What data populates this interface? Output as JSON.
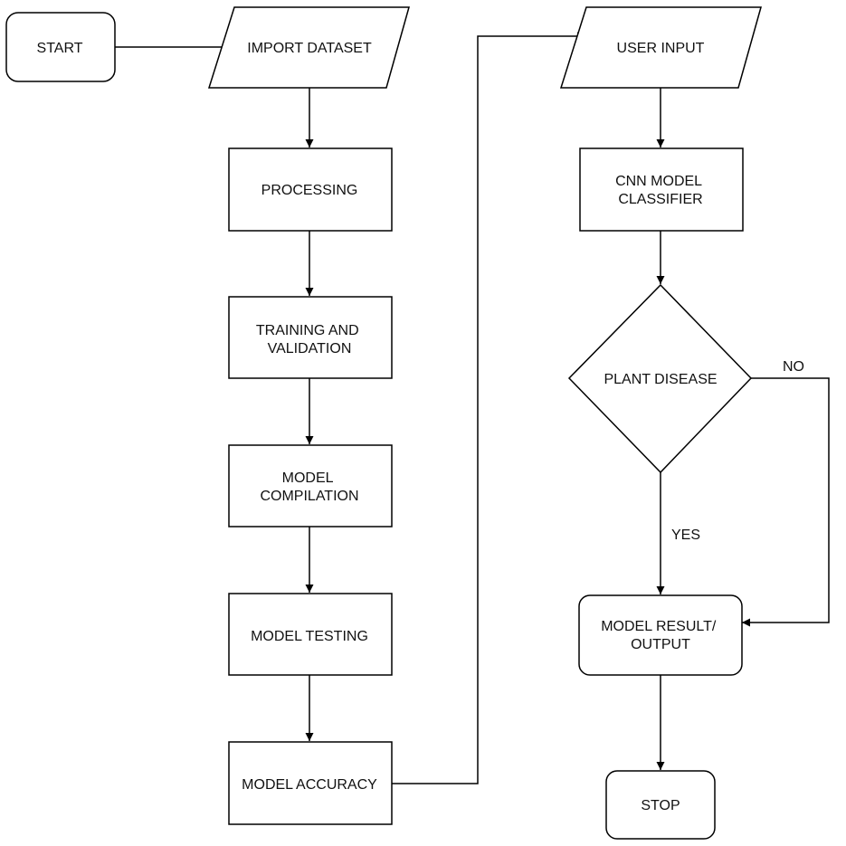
{
  "diagram": {
    "nodes": {
      "start": {
        "shape": "rounded-rect",
        "lines": [
          "START"
        ]
      },
      "import_dataset": {
        "shape": "parallelogram",
        "lines": [
          "IMPORT DATASET"
        ]
      },
      "processing": {
        "shape": "rect",
        "lines": [
          "PROCESSING"
        ]
      },
      "training_validation": {
        "shape": "rect",
        "lines": [
          "TRAINING AND",
          "VALIDATION"
        ]
      },
      "model_compilation": {
        "shape": "rect",
        "lines": [
          "MODEL",
          "COMPILATION"
        ]
      },
      "model_testing": {
        "shape": "rect",
        "lines": [
          "MODEL TESTING"
        ]
      },
      "model_accuracy": {
        "shape": "rect",
        "lines": [
          "MODEL ACCURACY"
        ]
      },
      "user_input": {
        "shape": "parallelogram",
        "lines": [
          "USER INPUT"
        ]
      },
      "cnn_classifier": {
        "shape": "rect",
        "lines": [
          "CNN MODEL",
          "CLASSIFIER"
        ]
      },
      "plant_disease": {
        "shape": "diamond",
        "lines": [
          "PLANT DISEASE"
        ]
      },
      "model_result": {
        "shape": "rounded-rect",
        "lines": [
          "MODEL RESULT/",
          "OUTPUT"
        ]
      },
      "stop": {
        "shape": "rounded-rect",
        "lines": [
          "STOP"
        ]
      }
    },
    "edges": [
      {
        "from": "start",
        "to": "import_dataset"
      },
      {
        "from": "import_dataset",
        "to": "processing"
      },
      {
        "from": "processing",
        "to": "training_validation"
      },
      {
        "from": "training_validation",
        "to": "model_compilation"
      },
      {
        "from": "model_compilation",
        "to": "model_testing"
      },
      {
        "from": "model_testing",
        "to": "model_accuracy"
      },
      {
        "from": "model_accuracy",
        "to": "user_input"
      },
      {
        "from": "user_input",
        "to": "cnn_classifier"
      },
      {
        "from": "cnn_classifier",
        "to": "plant_disease"
      },
      {
        "from": "plant_disease",
        "to": "model_result",
        "label": "YES"
      },
      {
        "from": "plant_disease",
        "to": "model_result",
        "label": "NO"
      },
      {
        "from": "model_result",
        "to": "stop"
      }
    ],
    "colors": {
      "stroke": "#000000",
      "fill": "#ffffff",
      "text": "#111111"
    }
  }
}
